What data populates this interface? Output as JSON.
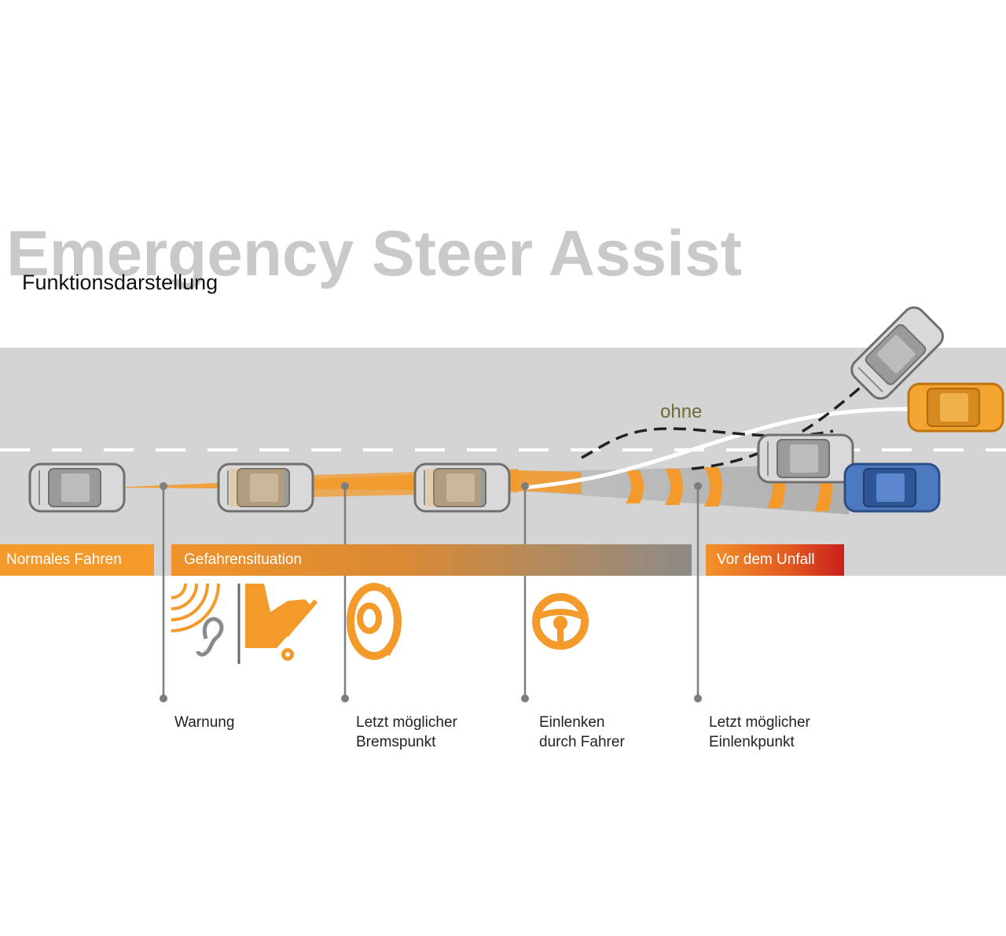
{
  "title": "Emergency Steer Assist",
  "subtitle": "Funktionsdarstellung",
  "path_label": "ohne",
  "phases": {
    "normal": "Normales Fahren",
    "danger": "Gefahrensituation",
    "before": "Vor dem Unfall"
  },
  "markers": [
    {
      "line1": "Warnung",
      "line2": ""
    },
    {
      "line1": "Letzt möglicher",
      "line2": "Bremspunkt"
    },
    {
      "line1": "Einlenken",
      "line2": "durch Fahrer"
    },
    {
      "line1": "Letzt möglicher",
      "line2": "Einlenkpunkt"
    }
  ],
  "colors": {
    "road": "#d4d4d4",
    "accent": "#f39a2b",
    "car_grey": "#8e8e8e",
    "car_orange": "#f3a431",
    "car_blue": "#3f6db3",
    "marker": "#7d7d7d"
  }
}
